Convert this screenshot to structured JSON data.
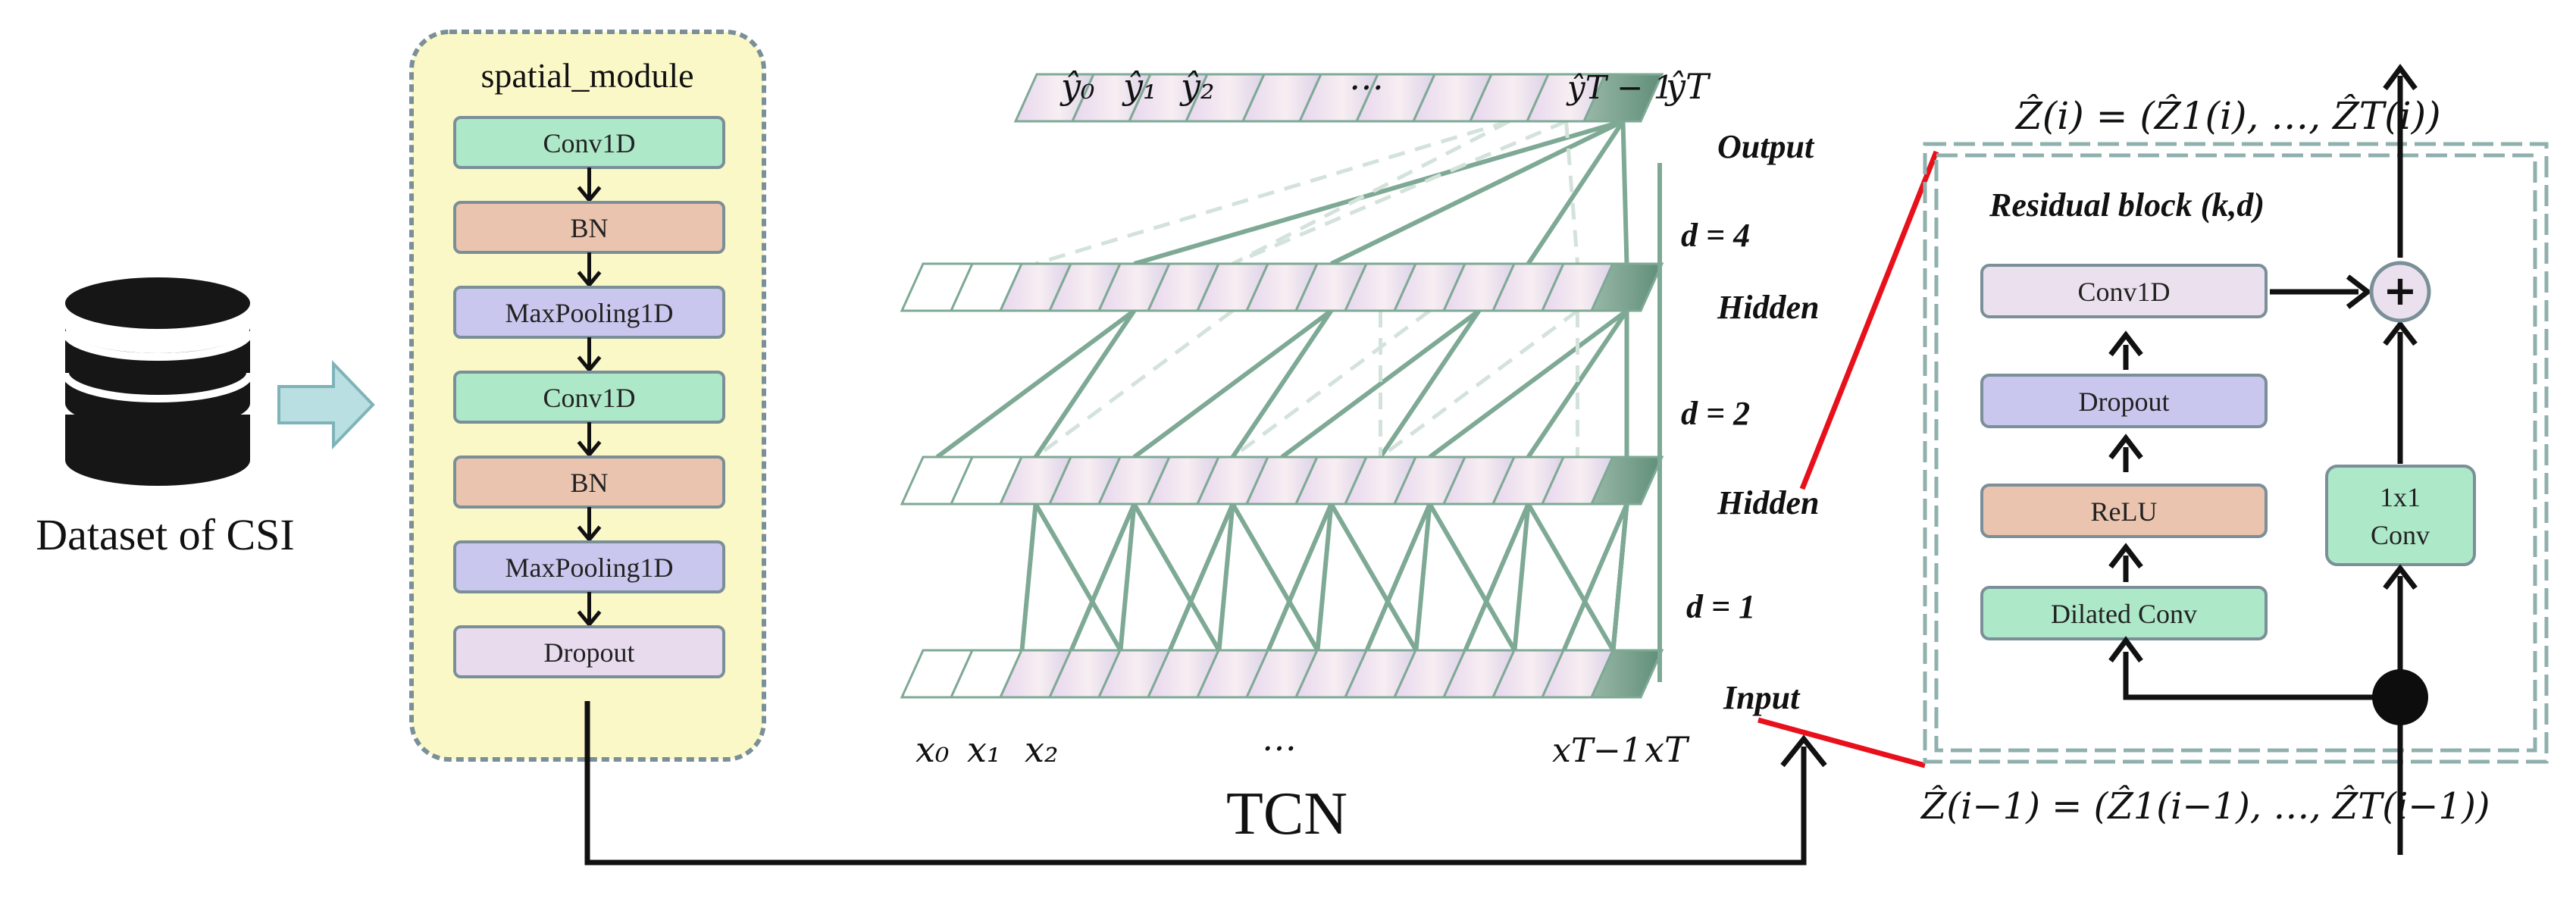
{
  "dataset": {
    "label": "Dataset of CSI",
    "icon": "database-icon"
  },
  "spatial_module": {
    "title": "spatial_module",
    "layers": [
      {
        "label": "Conv1D",
        "color": "#ade8c9"
      },
      {
        "label": "BN",
        "color": "#eac4ae"
      },
      {
        "label": "MaxPooling1D",
        "color": "#c9c7ee"
      },
      {
        "label": "Conv1D",
        "color": "#ade8c9"
      },
      {
        "label": "BN",
        "color": "#eac4ae"
      },
      {
        "label": "MaxPooling1D",
        "color": "#c9c7ee"
      },
      {
        "label": "Dropout",
        "color": "#e8dbee"
      }
    ],
    "fill": "#fbf8c8",
    "border": "#7a8f98"
  },
  "tcn": {
    "title": "TCN",
    "layer_labels": [
      "Output",
      "Hidden",
      "Hidden",
      "Input"
    ],
    "dilations": [
      "d = 4",
      "d = 2",
      "d = 1"
    ],
    "output_ticks": [
      "ŷ₀",
      "ŷ₁",
      "ŷ₂",
      "…",
      "ŷT − 1",
      "ŷT"
    ],
    "input_ticks": [
      "x₀",
      "x₁",
      "x₂",
      "…",
      "xT−1",
      "xT"
    ],
    "edge_color": "#7ea995"
  },
  "residual_block": {
    "title": "Residual block (k,d)",
    "layers": [
      {
        "label": "Conv1D",
        "color": "#ebe1ee"
      },
      {
        "label": "Dropout",
        "color": "#c9c7ee"
      },
      {
        "label": "ReLU",
        "color": "#eac4ae"
      },
      {
        "label": "Dilated Conv",
        "color": "#ade8c9"
      }
    ],
    "shortcut_line1": "1x1",
    "shortcut_line2": "Conv",
    "output_eq": "Ẑ(i) = (Ẑ1(i), …, ẐT(i))",
    "input_eq": "Ẑ(i−1) = (Ẑ1(i−1), …, ẐT(i−1))",
    "sum_symbol": "+"
  },
  "colors": {
    "highlight_line": "#e8101a",
    "arrow": "#111111"
  }
}
